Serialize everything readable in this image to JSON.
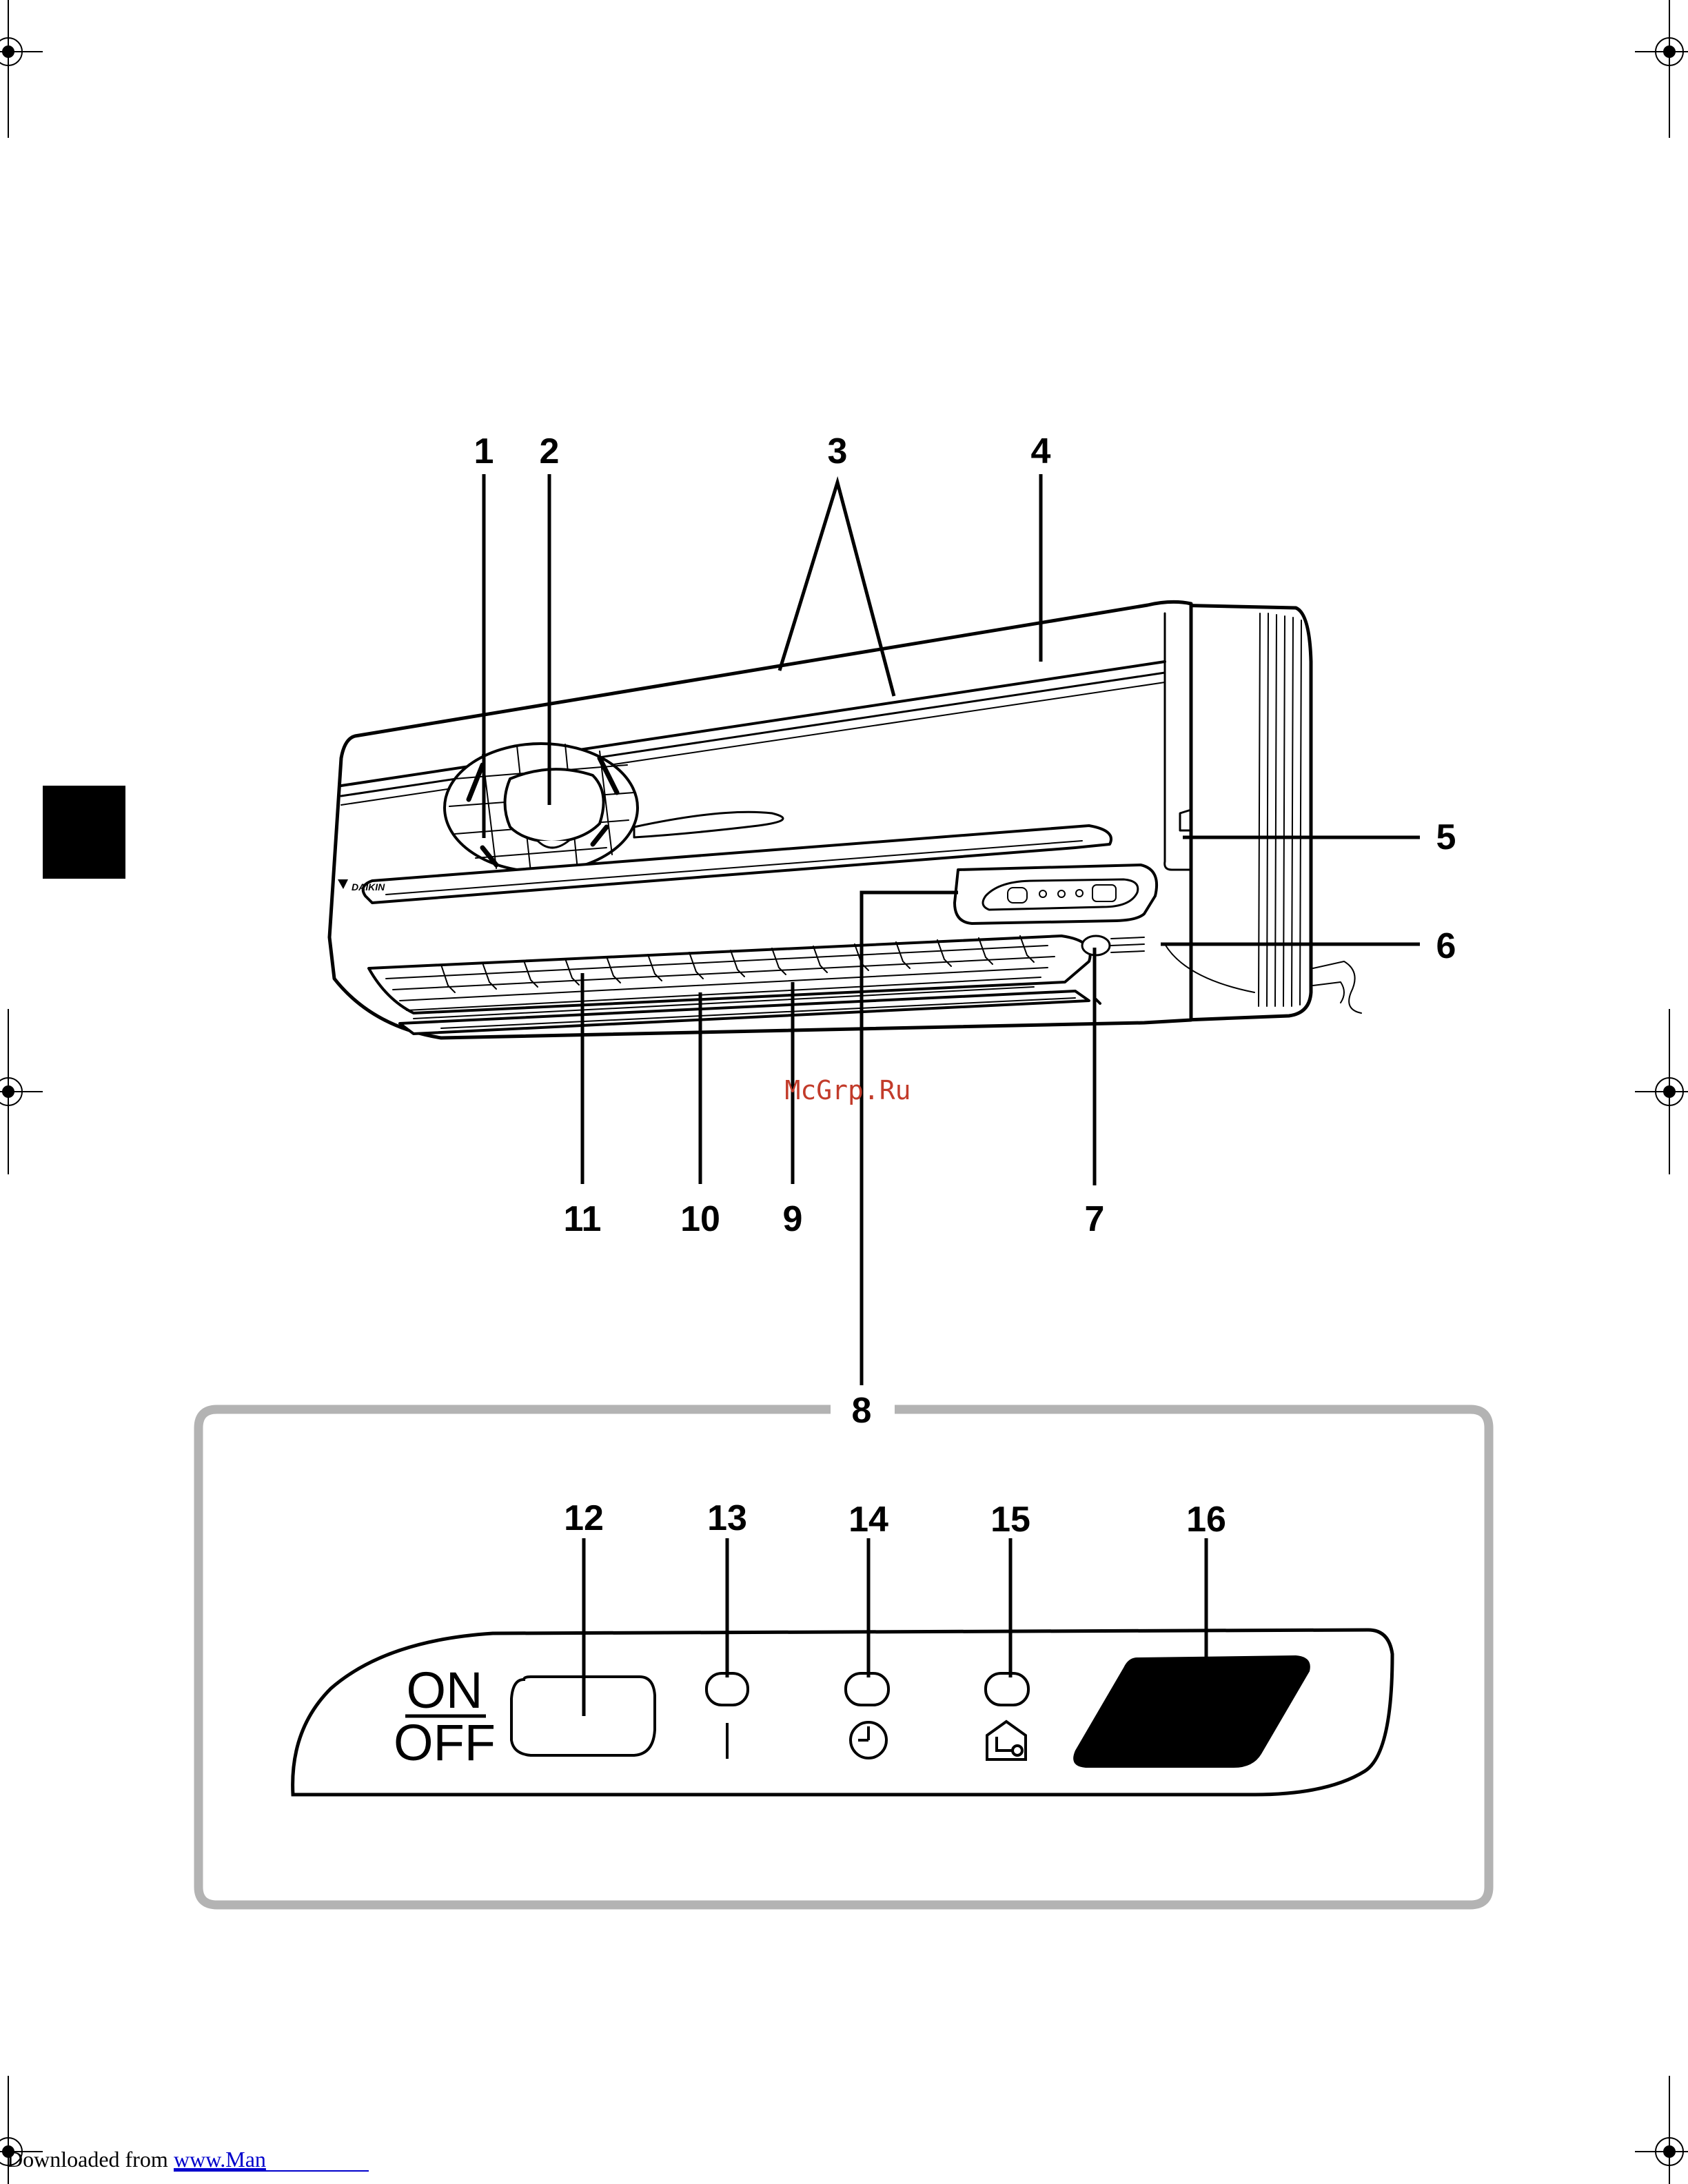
{
  "callouts": {
    "c1": "1",
    "c2": "2",
    "c3": "3",
    "c4": "4",
    "c5": "5",
    "c6": "6",
    "c7": "7",
    "c8": "8",
    "c9": "9",
    "c10": "10",
    "c11": "11",
    "c12": "12",
    "c13": "13",
    "c14": "14",
    "c15": "15",
    "c16": "16"
  },
  "unit_brand": "DAIKIN",
  "panel": {
    "on_label": "ON",
    "off_label": "OFF"
  },
  "watermark": "McGrp.Ru",
  "footer": {
    "prefix": "Downloaded from ",
    "link": "www.Man"
  },
  "icons": [
    "registration-mark-icon",
    "clock-icon",
    "house-key-icon",
    "operation-lamp-icon",
    "side-tab-marker"
  ]
}
